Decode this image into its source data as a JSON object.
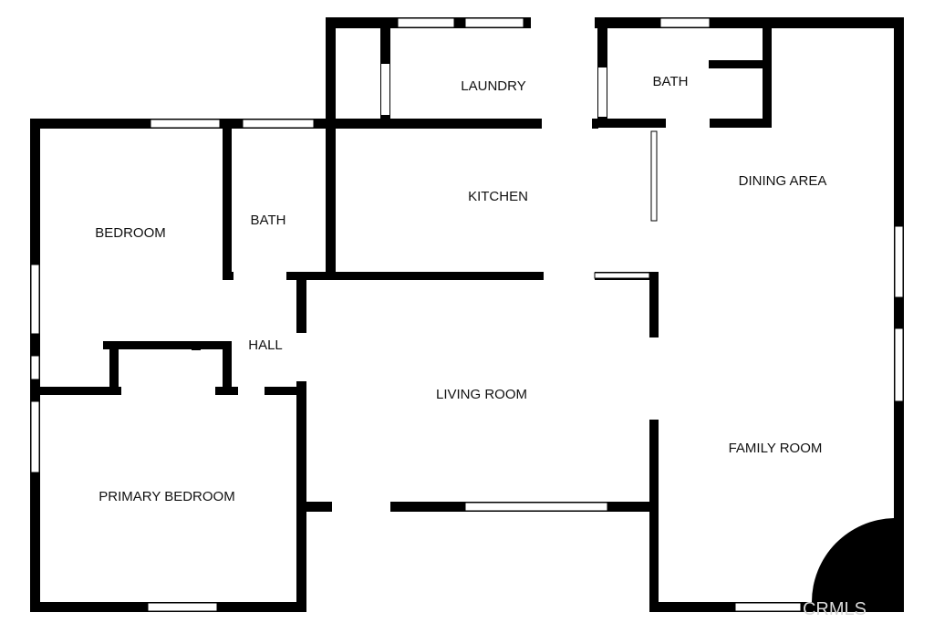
{
  "rooms": {
    "laundry": "LAUNDRY",
    "bath_upper": "BATH",
    "bath_left": "BATH",
    "bedroom": "BEDROOM",
    "kitchen": "KITCHEN",
    "dining_area": "DINING AREA",
    "hall": "HALL",
    "living_room": "LIVING ROOM",
    "family_room": "FAMILY ROOM",
    "primary_bedroom": "PRIMARY BEDROOM"
  },
  "watermark": "CRMLS",
  "colors": {
    "wall": "#000000",
    "window": "#ffffff",
    "background": "#ffffff",
    "hatch": "#000000"
  }
}
